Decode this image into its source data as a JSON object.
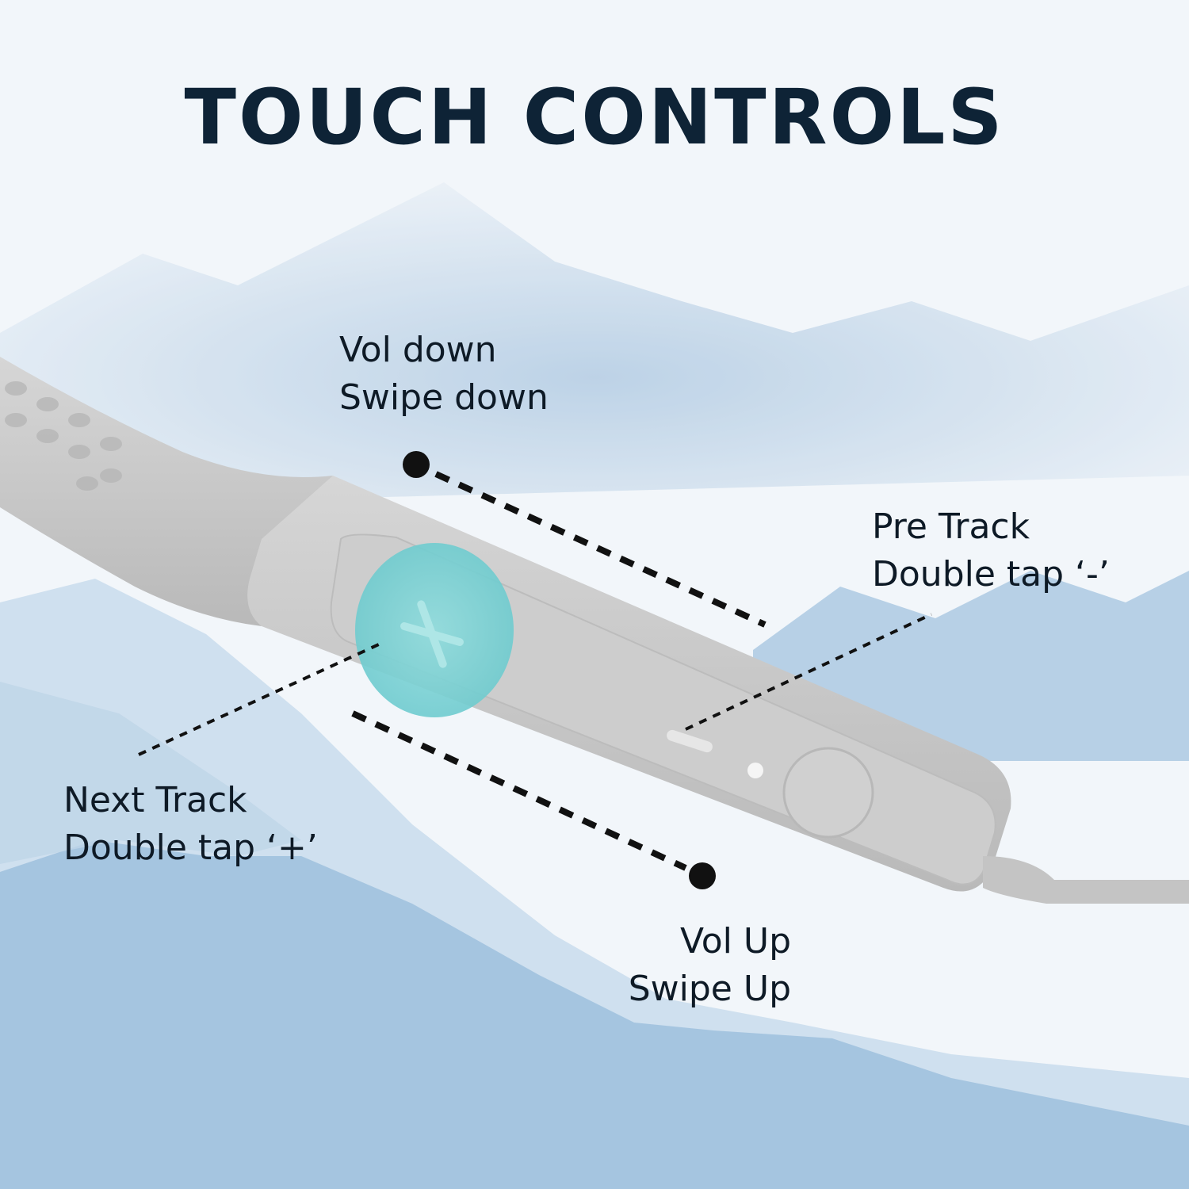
{
  "title": "TOUCH CONTROLS",
  "controls": [
    {
      "id": "vol-down",
      "action": "Vol down",
      "gesture": "Swipe down"
    },
    {
      "id": "pre-track",
      "action": "Pre Track",
      "gesture": "Double tap ‘-’"
    },
    {
      "id": "next-track",
      "action": "Next Track",
      "gesture": "Double tap ‘+’"
    },
    {
      "id": "vol-up",
      "action": "Vol Up",
      "gesture": "Swipe Up"
    }
  ],
  "colors": {
    "title": "#0e2336",
    "text": "#0e1a26",
    "device": "#c9c9c9",
    "touch_pad": "#7fd3d6",
    "mountain": "#8fb6d8"
  }
}
